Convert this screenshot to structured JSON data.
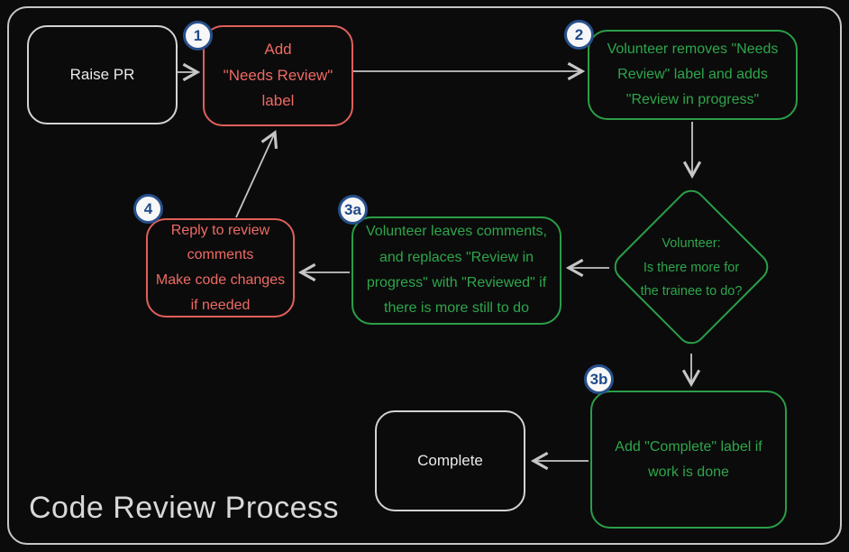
{
  "title": "Code Review Process",
  "colors": {
    "background": "#0b0b0b",
    "frame_border": "#c6c6c6",
    "red_accent": "#ee6a64",
    "green_accent": "#2ea64b",
    "badge_blue": "#27508d",
    "arrow_gray": "#c6c6c6",
    "neutral_text": "#e9e9e9"
  },
  "nodes": {
    "raise_pr": {
      "label": "Raise PR"
    },
    "add_needs_review": {
      "badge": "1",
      "label": "Add\n\"Needs Review\"\nlabel"
    },
    "volunteer_removes": {
      "badge": "2",
      "label": "Volunteer removes \"Needs\nReview\" label and adds\n\"Review in progress\""
    },
    "decision": {
      "label": "Volunteer:\nIs there more for\nthe trainee to do?"
    },
    "volunteer_leaves_comments": {
      "badge": "3a",
      "label": "Volunteer leaves comments,\nand replaces \"Review in\nprogress\" with \"Reviewed\" if\nthere is more still to do"
    },
    "reply_to_review": {
      "badge": "4",
      "label": "Reply to review\ncomments\nMake code changes\nif needed"
    },
    "add_complete_label": {
      "badge": "3b",
      "label": "Add \"Complete\" label if\nwork is done"
    },
    "complete": {
      "label": "Complete"
    }
  }
}
